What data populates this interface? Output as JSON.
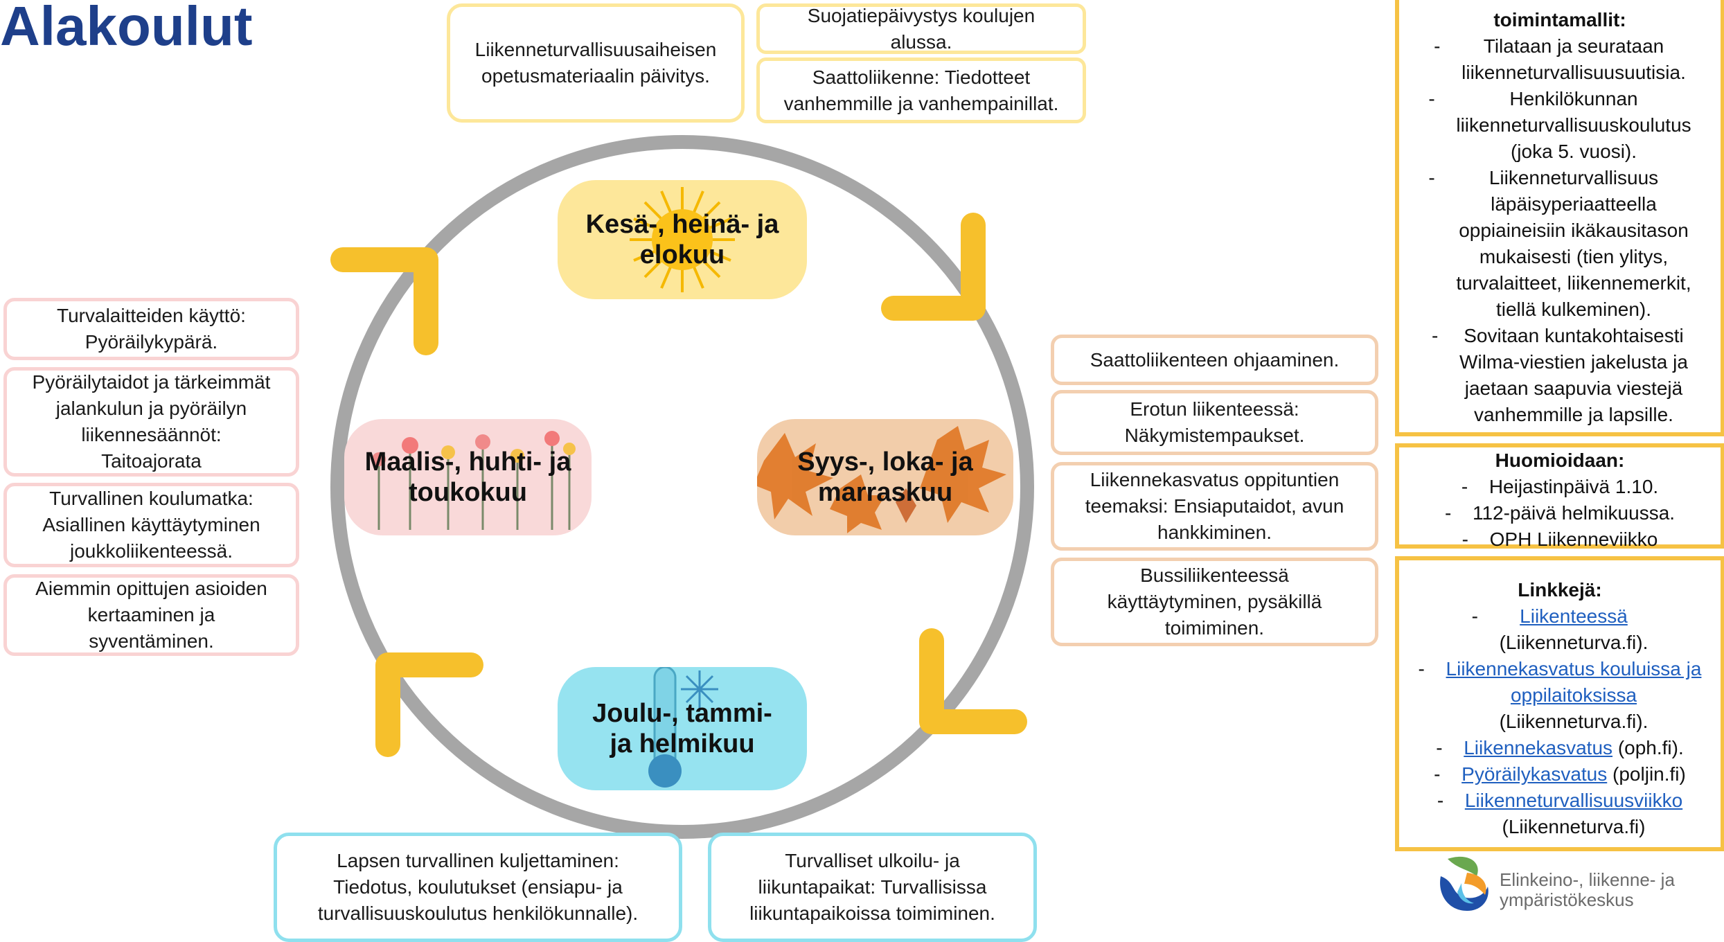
{
  "title": "Alakoulut",
  "seasons": {
    "summer": "Kesä-, heinä- ja elokuu",
    "autumn": "Syys-, loka- ja marraskuu",
    "winter": "Joulu-, tammi- ja helmikuu",
    "spring": "Maalis-, huhti- ja toukokuu"
  },
  "summer_boxes": [
    [
      "Liikenneturvallisuusaiheisen",
      "opetusmateriaalin päivitys."
    ],
    [
      "Suojatiepäivystys koulujen",
      "alussa."
    ],
    [
      "Saattoliikenne: Tiedotteet",
      "vanhemmille ja vanhempainillat."
    ]
  ],
  "autumn_boxes": [
    [
      "Saattoliikenteen ohjaaminen."
    ],
    [
      "Erotun liikenteessä:",
      "Näkymistempaukset."
    ],
    [
      "Liikennekasvatus oppituntien",
      "teemaksi: Ensiaputaidot, avun",
      "hankkiminen."
    ],
    [
      "Bussiliikenteessä",
      "käyttäytyminen, pysäkillä",
      "toimiminen."
    ]
  ],
  "spring_boxes": [
    [
      "Turvalaitteiden käyttö:",
      "Pyöräilykypärä."
    ],
    [
      "Pyöräilytaidot ja tärkeimmät",
      "jalankulun ja pyöräilyn",
      "liikennesäännöt:",
      "Taitoajorata"
    ],
    [
      "Turvallinen koulumatka:",
      "Asiallinen käyttäytyminen",
      "joukkoliikenteessä."
    ],
    [
      "Aiemmin opittujen asioiden",
      "kertaaminen ja",
      "syventäminen."
    ]
  ],
  "winter_boxes": [
    [
      "Lapsen turvallinen kuljettaminen:",
      "Tiedotus, koulutukset (ensiapu- ja",
      "turvallisuuskoulutus henkilökunnalle)."
    ],
    [
      "Turvalliset ulkoilu- ja",
      "liikuntapaikat: Turvallisissa",
      "liikuntapaikoissa toimiminen."
    ]
  ],
  "panel1": {
    "heading": "toimintamallit:",
    "items": [
      [
        "Tilataan ja seurataan",
        "liikenneturvallisuusuutisia."
      ],
      [
        "Henkilökunnan",
        "liikenneturvallisuuskoulutus",
        "(joka 5. vuosi)."
      ],
      [
        "Liikenneturvallisuus",
        "läpäisyperiaatteella",
        "oppiaineisiin ikäkausitason",
        "mukaisesti (tien ylitys,",
        "turvalaitteet, liikennemerkit,",
        "tiellä kulkeminen)."
      ],
      [
        "Sovitaan kuntakohtaisesti",
        "Wilma-viestien jakelusta ja",
        "jaetaan saapuvia viestejä",
        "vanhemmille ja lapsille."
      ]
    ]
  },
  "panel2": {
    "heading": "Huomioidaan:",
    "items": [
      "Heijastinpäivä 1.10.",
      "112-päivä helmikuussa.",
      "OPH Liikenneviikko"
    ]
  },
  "panel3": {
    "heading": "Linkkejä:",
    "items": [
      {
        "link": [
          "Liikenteessä"
        ],
        "suffix": "",
        "after": "(Liikenneturva.fi)."
      },
      {
        "link": [
          "Liikennekasvatus kouluissa ja",
          "oppilaitoksissa"
        ],
        "suffix": "",
        "after": "(Liikenneturva.fi)."
      },
      {
        "link": [
          "Liikennekasvatus"
        ],
        "suffix": " (oph.fi).",
        "after": ""
      },
      {
        "link": [
          "Pyöräilykasvatus"
        ],
        "suffix": " (poljin.fi)",
        "after": ""
      },
      {
        "link": [
          "Liikenneturvallisuusviikko"
        ],
        "suffix": "",
        "after": "(Liikenneturva.fi)"
      }
    ]
  },
  "logo": {
    "line1": "Elinkeino-, liikenne- ja",
    "line2": "ympäristökeskus"
  },
  "colors": {
    "title": "#1e3f8a",
    "ring": "#a6a6a6",
    "arrow": "#f6c02c",
    "summer": "#fde79a",
    "autumn": "#f2cdaa",
    "winter": "#96e3f0",
    "spring": "#f9d9d9",
    "panel_border": "#f6c244",
    "link": "#1f5fbf"
  }
}
